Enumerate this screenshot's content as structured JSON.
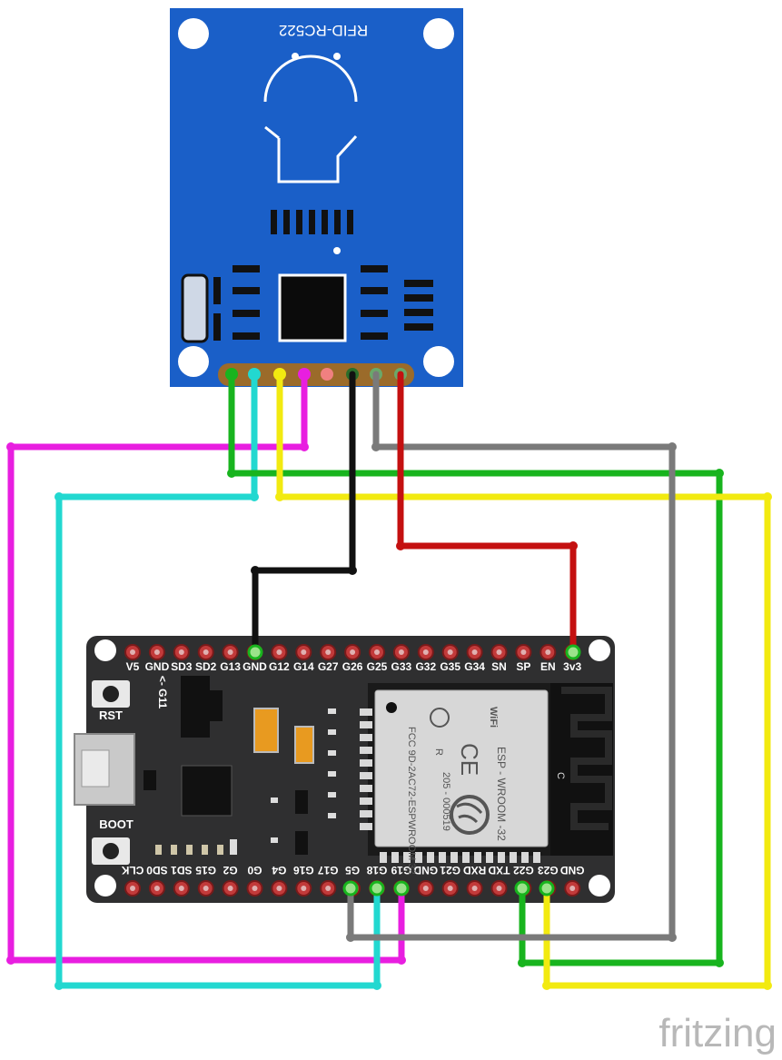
{
  "rfid_module": {
    "label": "RFID-RC522",
    "board_color": "#1a5fc8"
  },
  "esp32_board": {
    "board_color": "#2f2f30",
    "top_pins": [
      "V5",
      "GND",
      "SD3",
      "SD2",
      "G13",
      "GND",
      "G12",
      "G14",
      "G27",
      "G26",
      "G25",
      "G33",
      "G32",
      "G35",
      "G34",
      "SN",
      "SP",
      "EN",
      "3v3"
    ],
    "bottom_pins": [
      "CLK",
      "SD0",
      "SD1",
      "G15",
      "G2",
      "G0",
      "G4",
      "G16",
      "G17",
      "G5",
      "G18",
      "G19",
      "GND",
      "G21",
      "RXD",
      "TXD",
      "G22",
      "G23",
      "GND"
    ],
    "button_rst": "RST",
    "button_boot": "BOOT",
    "g11_label": "<- G11",
    "module_name": "ESP - WROOM -32",
    "module_fcc": "FCC 9D-2AC72-ESPWROOM 32",
    "module_id": "205 - 000519",
    "module_ce": "CE",
    "module_r": "R",
    "module_wifi": "WiFi",
    "antenna_c": "C"
  },
  "brand": "fritzing",
  "wire_colors": {
    "magenta": "#e81ee0",
    "cyan": "#22d8d0",
    "yellow": "#f2ea10",
    "green": "#18b41e",
    "black": "#111111",
    "gray": "#7a7a7a",
    "red": "#c41010"
  }
}
